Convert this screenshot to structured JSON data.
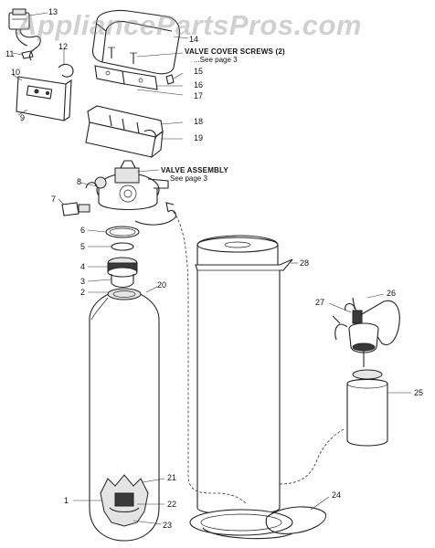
{
  "watermark": "AppliancePartsPros.com",
  "callouts": {
    "c1": "1",
    "c2": "2",
    "c3": "3",
    "c4": "4",
    "c5": "5",
    "c6": "6",
    "c7": "7",
    "c8": "8",
    "c9": "9",
    "c10": "10",
    "c11": "11",
    "c12": "12",
    "c13": "13",
    "c14": "14",
    "c15": "15",
    "c16": "16",
    "c17": "17",
    "c18": "18",
    "c19": "19",
    "c20": "20",
    "c21": "21",
    "c22": "22",
    "c23": "23",
    "c24": "24",
    "c25": "25",
    "c26": "26",
    "c27": "27",
    "c28": "28"
  },
  "captions": {
    "valve_cover_screws": {
      "title": "VALVE COVER SCREWS (2)",
      "note": "...See page 3"
    },
    "valve_assembly": {
      "title": "VALVE ASSEMBLY",
      "note": "See page 3"
    }
  }
}
